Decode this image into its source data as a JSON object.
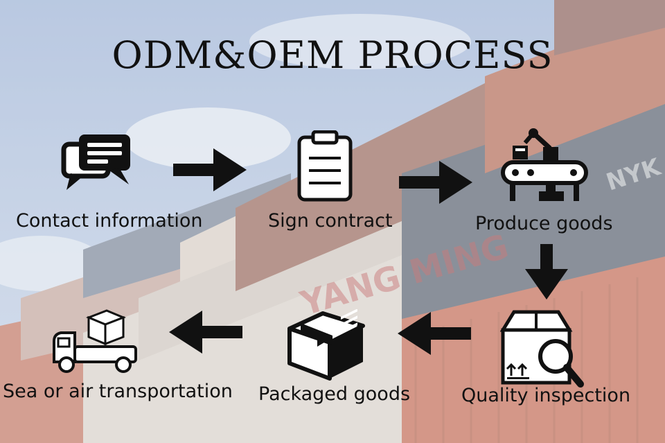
{
  "title": "ODM&OEM PROCESS",
  "steps": [
    {
      "label": "Contact information",
      "icon": "chat-bubbles-icon"
    },
    {
      "label": "Sign contract",
      "icon": "clipboard-icon"
    },
    {
      "label": "Produce goods",
      "icon": "robot-arm-conveyor-icon"
    },
    {
      "label": "Quality inspection",
      "icon": "box-magnifier-icon"
    },
    {
      "label": "Packaged goods",
      "icon": "package-box-icon"
    },
    {
      "label": "Sea or air transportation",
      "icon": "delivery-truck-icon"
    }
  ],
  "background": {
    "sky_color": "#aebfda",
    "container_colors": [
      "#c98c78",
      "#8f5a4f",
      "#a8a39e",
      "#5c6573",
      "#6a6770",
      "#d2cbc4"
    ],
    "container_texts": [
      "YANG MING",
      "NYK LINE"
    ]
  }
}
